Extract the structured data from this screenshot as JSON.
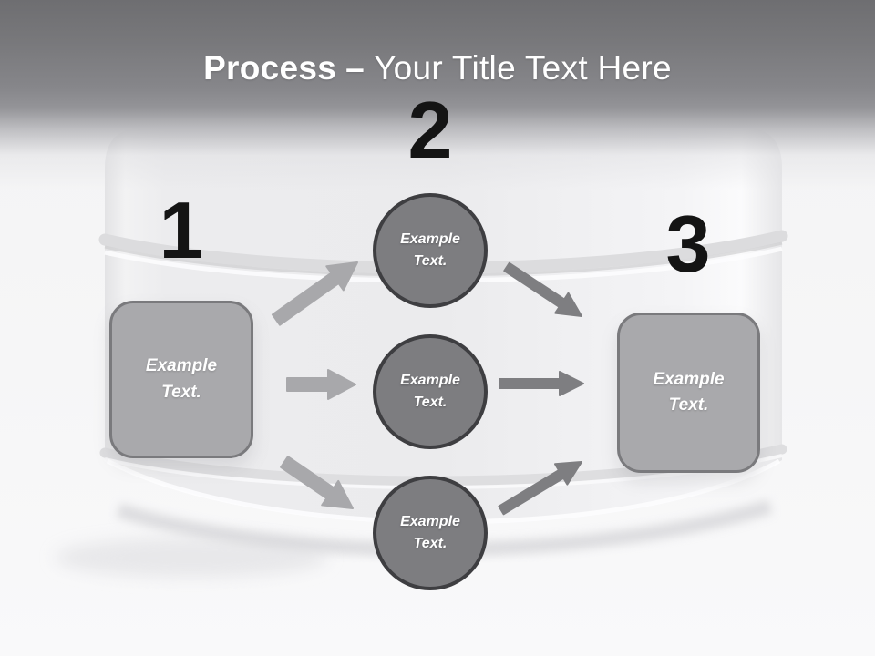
{
  "slide": {
    "title": {
      "bold": "Process",
      "separator": "–",
      "rest": "Your Title Text Here"
    },
    "numbers": [
      "1",
      "2",
      "3"
    ],
    "left_box": {
      "label": "Example Text."
    },
    "circles": [
      {
        "label": "Example Text."
      },
      {
        "label": "Example Text."
      },
      {
        "label": "Example Text."
      }
    ],
    "right_box": {
      "label": "Example Text."
    },
    "colors": {
      "header_top": "#6e6e71",
      "header_mid": "#96969a",
      "slide_background": "#f6f6f7",
      "title_text": "#ffffff",
      "number_text": "#141414",
      "box_fill": "#a9a9ac",
      "box_border": "#7a7a7d",
      "circle_fill": "#7d7d80",
      "circle_border": "#3e3e41",
      "arrow_light": "#a8a8ab",
      "arrow_dark": "#7e7e81",
      "cylinder_fill": "#ececee",
      "label_text": "#ffffff"
    }
  }
}
